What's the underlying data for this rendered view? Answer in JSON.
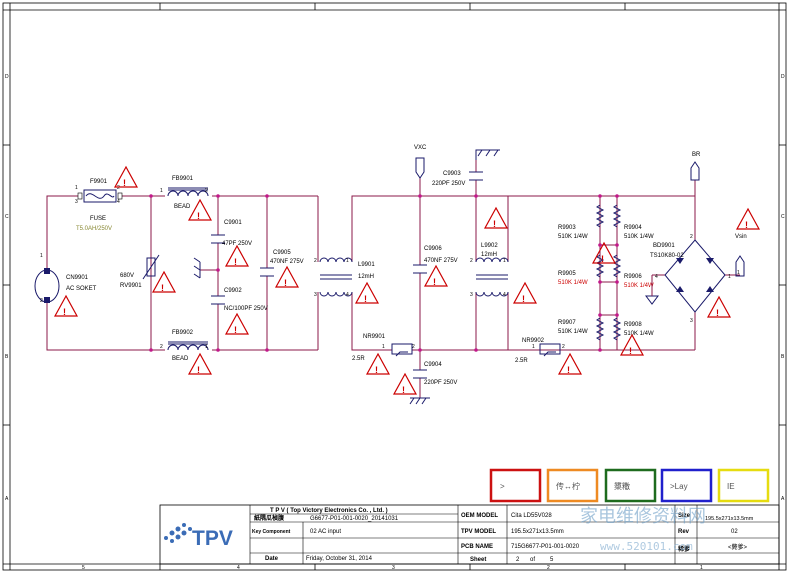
{
  "frame": {
    "row_letters": [
      "D",
      "C",
      "B",
      "A"
    ],
    "col_numbers": [
      "5",
      "4",
      "3",
      "2",
      "1"
    ]
  },
  "nets": {
    "vxc": "VXC",
    "br": "BR",
    "vsin": "Vsin"
  },
  "components": {
    "f9901": {
      "ref": "F9901",
      "type": "FUSE",
      "value": "T5.0AH/250V"
    },
    "fb9901": {
      "ref": "FB9901",
      "type": "BEAD"
    },
    "fb9902": {
      "ref": "FB9902",
      "type": "BEAD"
    },
    "cn9901": {
      "ref": "CN9901",
      "type": "AC SOKET"
    },
    "rv9901": {
      "ref": "RV9901",
      "value": "680V"
    },
    "c9901": {
      "ref": "C9901",
      "value": "47PF 250V"
    },
    "c9902": {
      "ref": "C9902",
      "value": "NC/100PF 250V"
    },
    "c9905": {
      "ref": "C9905",
      "value": "470NF 275V"
    },
    "l9901": {
      "ref": "L9901",
      "value": "12mH"
    },
    "nr9901": {
      "ref": "NR9901",
      "value": "2.5R"
    },
    "c9903": {
      "ref": "C9903",
      "value": "220PF 250V"
    },
    "c9906": {
      "ref": "C9906",
      "value": "470NF 275V"
    },
    "c9904": {
      "ref": "C9904",
      "value": "220PF 250V"
    },
    "l9902": {
      "ref": "L9902",
      "value": "12mH"
    },
    "nr9902": {
      "ref": "NR9902",
      "value": "2.5R"
    },
    "r9903": {
      "ref": "R9903",
      "value": "510K 1/4W"
    },
    "r9904": {
      "ref": "R9904",
      "value": "510K 1/4W"
    },
    "r9905": {
      "ref": "R9905",
      "value": "510K 1/4W"
    },
    "r9906": {
      "ref": "R9906",
      "value": "510K 1/4W"
    },
    "r9907": {
      "ref": "R9907",
      "value": "510K 1/4W"
    },
    "r9908": {
      "ref": "R9908",
      "value": "510K 1/4W"
    },
    "bd9901": {
      "ref": "BD9901",
      "value": "TS10K80-02"
    }
  },
  "legend": {
    "items": [
      {
        "text": ">",
        "color": "#cc1111"
      },
      {
        "text": "传↔柠",
        "color": "#ee8a22"
      },
      {
        "text": "橥糤",
        "color": "#1e6b1e"
      },
      {
        "text": ">Lay",
        "color": "#2020cc"
      },
      {
        "text": "IE",
        "color": "#e6dc10"
      }
    ]
  },
  "title_block": {
    "company": "T P V ( Top  Victory  Electronics  Co. , Ltd. )",
    "logo": "TPV",
    "doc_label": "紙隅瓜楨腹",
    "doc_value": "G6677-P01-001-0020_20141031",
    "key_component_label": "Key Component",
    "key_component_value": "02 AC input",
    "date_label": "Date",
    "date_value": "Friday, October 31, 2014",
    "oem_model_label": "OEM MODEL",
    "oem_model_value": "Cita LD55V028",
    "tpv_model_label": "TPV MODEL",
    "tpv_model_value": "195.5x271x13.5mm",
    "pcb_name_label": "PCB NAME",
    "pcb_name_value": "715G6677-P01-001-0020",
    "sheet_label": "Sheet",
    "sheet_num": "2",
    "sheet_of": "of",
    "sheet_total": "5",
    "size_label": "Size",
    "size_value": "195.5x271x13.5mm",
    "rev_label": "Rev",
    "rev_value": "02",
    "extra_label": "稀爹",
    "extra_value": "<斃爹>"
  },
  "watermark": {
    "text": "家电维修资料网",
    "url": "www.520101.com"
  }
}
